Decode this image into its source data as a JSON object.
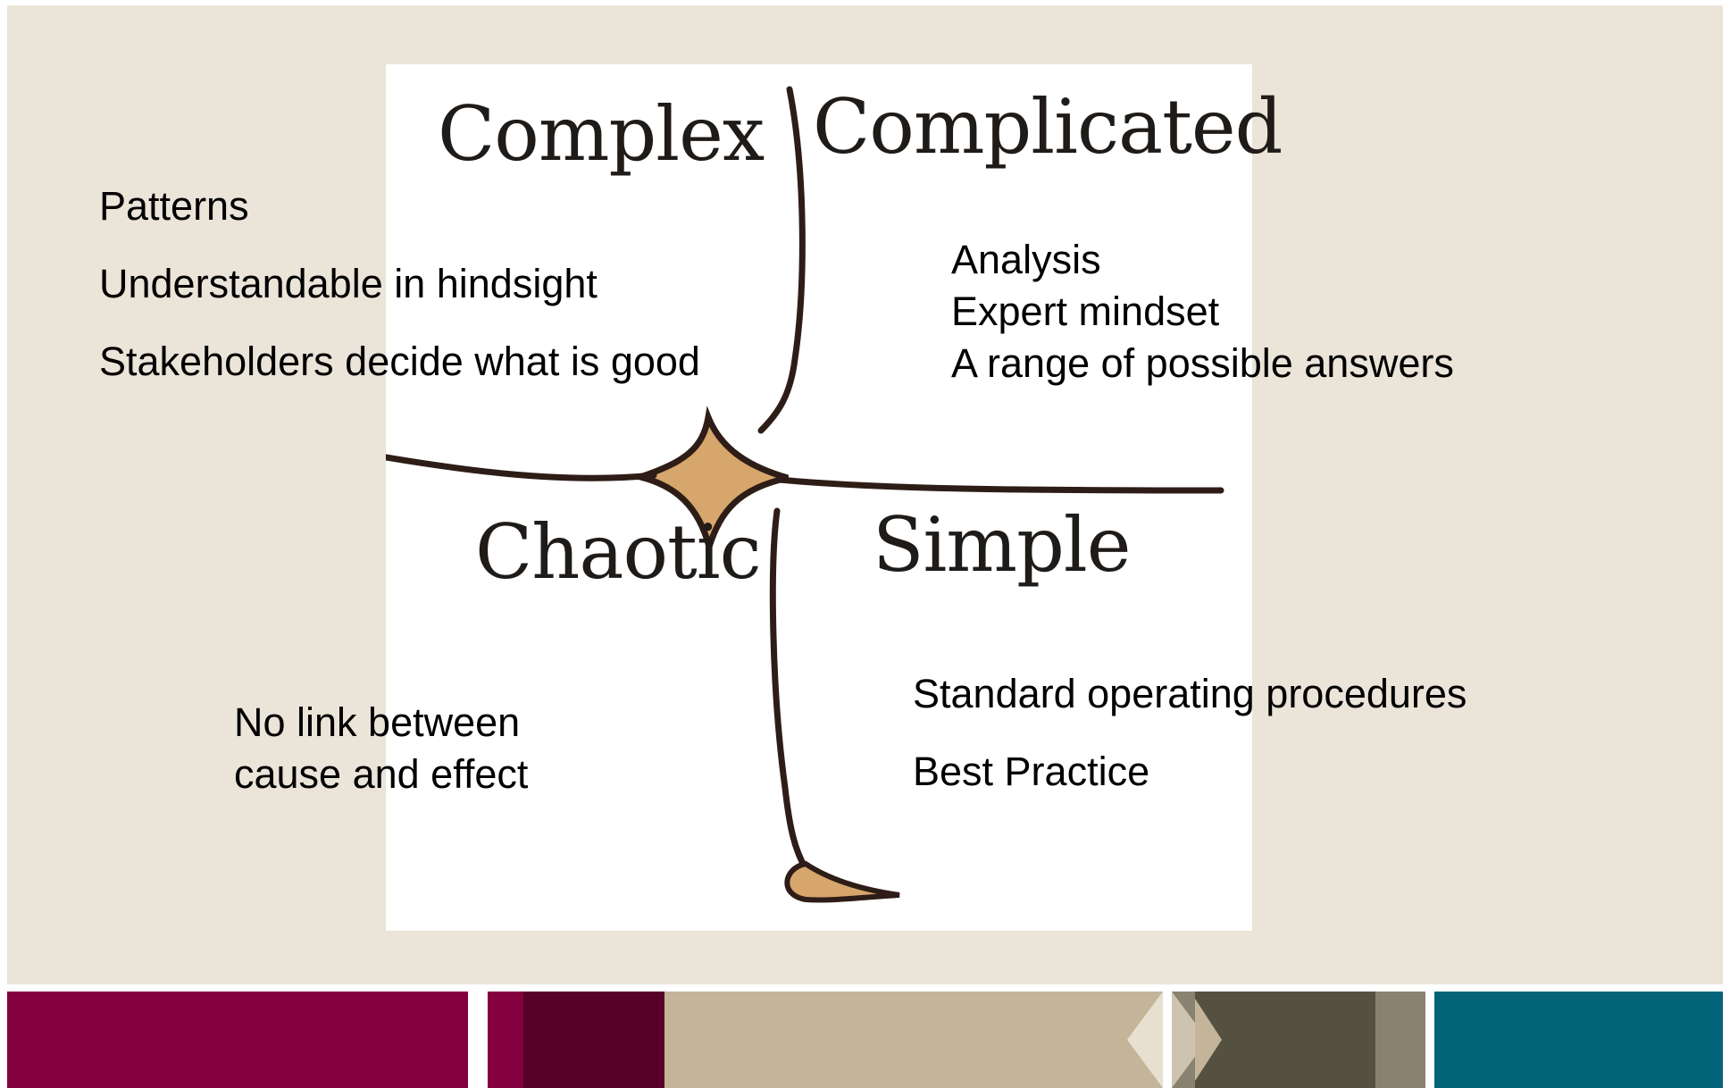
{
  "quadrants": {
    "complex": {
      "title": "Complex",
      "notes": [
        "Patterns",
        "Understandable in hindsight",
        "Stakeholders decide what is good"
      ]
    },
    "complicated": {
      "title": "Complicated",
      "notes": [
        "Analysis",
        "Expert mindset",
        "A range of possible answers"
      ]
    },
    "chaotic": {
      "title": "Chaotic",
      "notes": [
        "No link between",
        "cause and effect"
      ]
    },
    "simple": {
      "title": "Simple",
      "notes": [
        "Standard operating procedures",
        "Best Practice"
      ]
    }
  },
  "colors": {
    "background": "#eae4d9",
    "line": "#2e1d17",
    "center_fill": "#d6a66d",
    "band_magenta": "#85003f",
    "band_dark_maroon": "#56002a",
    "band_tan": "#c4b59a",
    "band_dark_olive": "#545141",
    "band_grey_olive": "#8a8270",
    "band_teal": "#026379"
  }
}
